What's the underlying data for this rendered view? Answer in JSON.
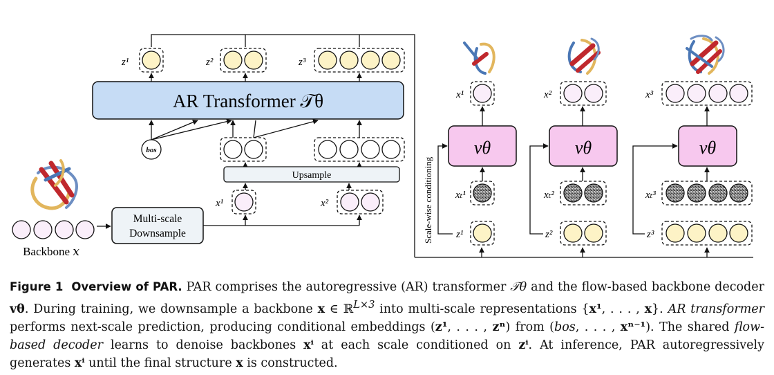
{
  "labels": {
    "ar_transformer": "AR Transformer 𝒯θ",
    "bos": "bos",
    "upsample": "Upsample",
    "downsample_line1": "Multi-scale",
    "downsample_line2": "Downsample",
    "backbone": "Backbone 𝑥",
    "scale_cond": "Scale-wise conditioning",
    "decoder": "vθ",
    "z1": "z¹",
    "z2": "z²",
    "z3": "z³",
    "x1": "x¹",
    "x2": "x²",
    "x3": "x³",
    "xt1": "xₜ¹",
    "xt2": "xₜ²",
    "xt3": "xₜ³"
  },
  "colors": {
    "transformer_fill": "#c6dcf5",
    "decoder_fill": "#f7c8ee",
    "z_token": "#fdf3c6",
    "x_token": "#faeefa",
    "noise_token": "#9a9a9a",
    "box_fill": "#eef3f7"
  },
  "caption": {
    "fig_label": "Figure 1",
    "fig_title": "Overview of PAR.",
    "s1a": "PAR comprises the autoregressive (AR) transformer ",
    "s1b": "𝒯θ",
    "s1c": " and the flow-based backbone decoder ",
    "s1d": "vθ",
    "s1e": ". During training, we downsample a backbone ",
    "s1f": "x",
    "s1g": " ∈ ℝ",
    "s1h": "L×3",
    "s1i": " into multi-scale representations {",
    "s1j": "x¹",
    "s1k": ", . . . , ",
    "s1l": "x",
    "s1m": "}.",
    "s2a": "AR transformer",
    "s2b": " performs next-scale prediction, producing conditional embeddings (",
    "s2c": "z¹",
    "s2d": ", . . . , ",
    "s2e": "zⁿ",
    "s2f": ") from (",
    "s2g": "bos",
    "s2h": ", . . . , ",
    "s2i": "xⁿ⁻¹",
    "s2j": ").",
    "s3a": "The shared ",
    "s3b": "flow-based decoder",
    "s3c": " learns to denoise backbones ",
    "s3d": "xⁱ",
    "s3e": " at each scale conditioned on ",
    "s3f": "zⁱ",
    "s3g": ". At inference, PAR autoregressively generates ",
    "s3h": "xⁱ",
    "s3i": " until the final structure ",
    "s3j": "x",
    "s3k": " is constructed."
  }
}
